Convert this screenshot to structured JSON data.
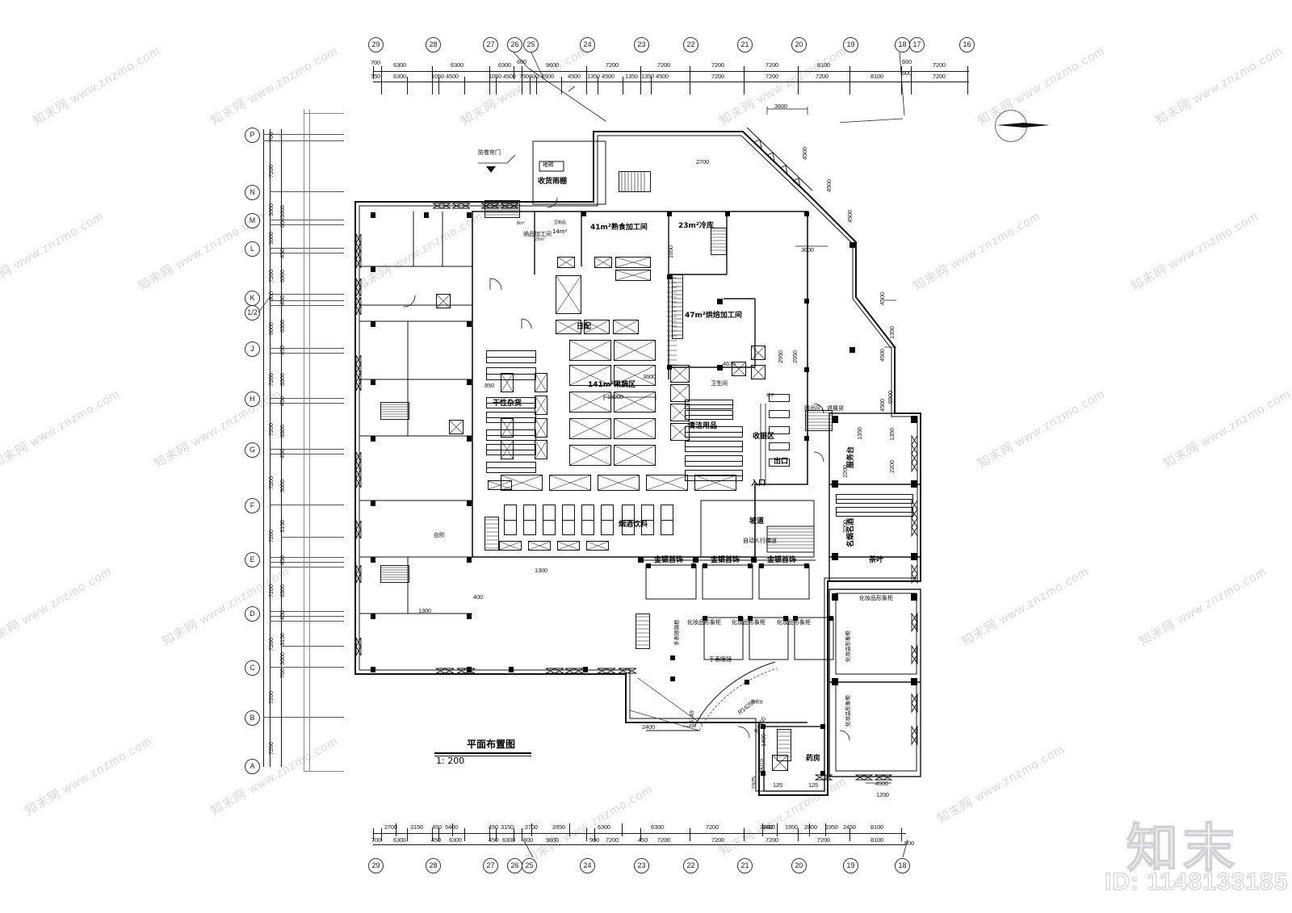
{
  "drawing": {
    "title": "平面布置图",
    "scale": "1: 200",
    "watermark_logo": "知末",
    "watermark_id": "ID: 1148133185",
    "watermark_text_a": "知末网 www.znzmo.com",
    "watermark_text_b": "www.znzmo.com",
    "north_symbol": "north-arrow"
  },
  "grid": {
    "top_labels": [
      "29",
      "28",
      "27",
      "26",
      "25",
      "24",
      "23",
      "22",
      "21",
      "20",
      "19",
      "18",
      "17",
      "16"
    ],
    "bottom_labels": [
      "29",
      "28",
      "27",
      "26",
      "25",
      "24",
      "23",
      "22",
      "21",
      "20",
      "19",
      "18"
    ],
    "left_labels": [
      "P",
      "N",
      "M",
      "L",
      "K",
      "1/2",
      "J",
      "H",
      "G",
      "F",
      "E",
      "D",
      "C",
      "B",
      "A"
    ],
    "top_dim_row1": [
      "700",
      "6300",
      "6300",
      "6300",
      "600",
      "9600",
      "7200",
      "7200",
      "7200",
      "7200",
      "8100",
      "600",
      "7200"
    ],
    "top_dim_row2": [
      "750",
      "6300",
      "1050",
      "4500",
      "1050",
      "4500",
      "750",
      "600",
      "4500",
      "4500",
      "1350",
      "4500",
      "1350",
      "1350",
      "4500",
      "1350",
      "7200",
      "7200",
      "7200",
      "8100",
      "600",
      "7200"
    ],
    "bottom_dim_row1": [
      "2700",
      "3150",
      "450",
      "5400",
      "450",
      "3150",
      "2700",
      "2850",
      "6300",
      "6300",
      "7200",
      "7200",
      "4450",
      "1950",
      "2800",
      "1950",
      "2450",
      "8100"
    ],
    "bottom_dim_row2": [
      "700",
      "6300",
      "450",
      "6300",
      "450",
      "6300",
      "600",
      "9600",
      "900",
      "7200",
      "450",
      "7200",
      "7200",
      "7200",
      "7200",
      "8100",
      "600"
    ],
    "left_dim_outer": [
      "700",
      "7200",
      "3600",
      "3600",
      "7200",
      "600",
      "6600",
      "7200",
      "7200",
      "7200",
      "7200",
      "7200",
      "7200",
      "7200",
      "7200"
    ],
    "left_dim_inner": [
      "3600",
      "600",
      "450",
      "6300",
      "450",
      "450",
      "6300",
      "450",
      "450",
      "6300",
      "450",
      "450",
      "6300",
      "450",
      "450",
      "3600",
      "3150",
      "450",
      "450",
      "6300",
      "450",
      "450",
      "3150",
      "3600",
      "700"
    ]
  },
  "rooms": [
    {
      "id": "receiving-canopy",
      "label": "收货雨棚",
      "sub": "地砖"
    },
    {
      "id": "fire-shutter",
      "label": "防卷帘门"
    },
    {
      "id": "cooked-food",
      "label": "41m²熟食加工间"
    },
    {
      "id": "cold-storage",
      "label": "23m²冷库"
    },
    {
      "id": "bakery",
      "label": "47m²烘焙加工间"
    },
    {
      "id": "package-room",
      "label": "纳品加工间"
    },
    {
      "id": "area-25",
      "label": "25m²"
    },
    {
      "id": "soy-room",
      "label": "豆制品"
    },
    {
      "id": "area-14",
      "label": "14m²"
    },
    {
      "id": "area-8",
      "label": "8m²"
    },
    {
      "id": "dry-goods",
      "label": "干性杂货"
    },
    {
      "id": "produce",
      "label": "141m²果蔬区"
    },
    {
      "id": "daily-fresh",
      "label": "日配"
    },
    {
      "id": "cleaning-supplies",
      "label": "清洁用品"
    },
    {
      "id": "restroom",
      "label": "卫生间"
    },
    {
      "id": "mirror",
      "label": "镜子"
    },
    {
      "id": "checkout",
      "label": "收银区"
    },
    {
      "id": "exit",
      "label": "出口"
    },
    {
      "id": "entrance",
      "label": "入口"
    },
    {
      "id": "gift-return",
      "label": "赠品区、退换货"
    },
    {
      "id": "service-desk",
      "label": "服务台"
    },
    {
      "id": "fine-tobacco-wine",
      "label": "名烟名酒"
    },
    {
      "id": "tea",
      "label": "茶叶"
    },
    {
      "id": "tobacco-drinks",
      "label": "烟酒饮料"
    },
    {
      "id": "ramp",
      "label": "坡道"
    },
    {
      "id": "escalator",
      "label": "自动人行梯道"
    },
    {
      "id": "jewelry-1",
      "label": "金银首饰"
    },
    {
      "id": "jewelry-2",
      "label": "金银首饰"
    },
    {
      "id": "jewelry-3",
      "label": "金银首饰"
    },
    {
      "id": "cosmetic-1",
      "label": "化妆品形象柜"
    },
    {
      "id": "cosmetic-2",
      "label": "化妆品形象柜"
    },
    {
      "id": "cosmetic-3",
      "label": "化妆品形象柜"
    },
    {
      "id": "cosmetic-4",
      "label": "化妆品形象柜"
    },
    {
      "id": "cosmetic-v1",
      "label": "化妆品形象柜"
    },
    {
      "id": "cosmetic-v2",
      "label": "化妆品形象柜"
    },
    {
      "id": "watch-glasses",
      "label": "手表眼镜"
    },
    {
      "id": "watch-glasses-cab",
      "label": "手表眼镜柜"
    },
    {
      "id": "pharmacy",
      "label": "药房"
    },
    {
      "id": "stage",
      "label": "台阶"
    },
    {
      "id": "cashier-desk",
      "label": "收银台"
    }
  ],
  "annotations": {
    "r_large": "R14259",
    "r_small": "R4950",
    "dim_14149": "14149",
    "dim_2400": "2400",
    "dim_2700": "2700",
    "dim_3600_a": "3600",
    "dim_3600_b": "3600",
    "dim_4675": "4675",
    "dim_4500_r1": "4500",
    "dim_4500_r2": "4500",
    "dim_4500_r3": "4500",
    "dim_4500_r4": "4500",
    "dim_1350_a": "1350",
    "dim_1350_b": "1350",
    "dim_6900": "6900",
    "dim_2950_a": "2950",
    "dim_2950_b": "2950",
    "dim_1650": "1650",
    "dim_850": "850",
    "dim_1300_a": "1300",
    "dim_1300_b": "1300",
    "dim_400": "400",
    "dim_1400": "1400",
    "dim_1925": "1925",
    "dim_36075": "36075",
    "dim_125_a": "125",
    "dim_125_b": "125",
    "dim_1200": "1200",
    "dim_4500_bot": "4500",
    "dim_2200": "2200",
    "dim_2200b": "2200",
    "dim_2200c": "2200",
    "dim_13200": "13200",
    "dim_3600_c": "3600",
    "dim_1350_c": "1350"
  }
}
